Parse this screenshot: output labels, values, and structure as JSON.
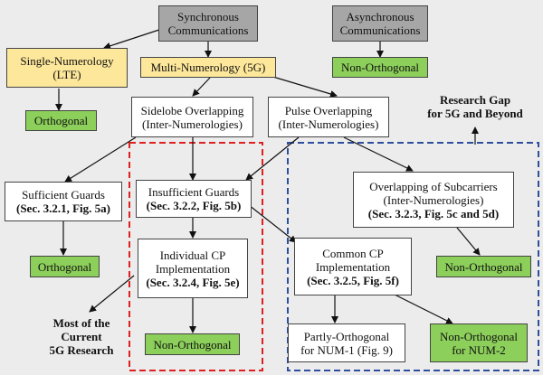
{
  "nodes": {
    "sync": [
      "Synchronous",
      "Communications"
    ],
    "async": [
      "Asynchronous",
      "Communications"
    ],
    "single": [
      "Single-Numerology",
      "(LTE)"
    ],
    "multi": "Multi-Numerology (5G)",
    "async_nonorth": "Non-Orthogonal",
    "orth_lte": "Orthogonal",
    "sidelobe": [
      "Sidelobe Overlapping",
      "(Inter-Numerologies)"
    ],
    "pulse": [
      "Pulse Overlapping",
      "(Inter-Numerologies)"
    ],
    "suff": [
      "Sufficient Guards",
      "(Sec. 3.2.1, Fig. 5a)"
    ],
    "insuff": [
      "Insufficient Guards",
      "(Sec. 3.2.2, Fig. 5b)"
    ],
    "overlap_sub": [
      "Overlapping of Subcarriers",
      "(Inter-Numerologies)",
      "(Sec. 3.2.3, Fig. 5c and 5d)"
    ],
    "orth_suff": "Orthogonal",
    "indiv_cp": [
      "Individual CP",
      "Implementation",
      "(Sec. 3.2.4, Fig. 5e)"
    ],
    "common_cp": [
      "Common CP",
      "Implementation",
      "(Sec. 3.2.5, Fig. 5f)"
    ],
    "nonorth_overlap": "Non-Orthogonal",
    "nonorth_indiv": "Non-Orthogonal",
    "partly": [
      "Partly-Orthogonal",
      "for NUM-1 (Fig. 9)"
    ],
    "nonorth_num2": [
      "Non-Orthogonal",
      "for NUM-2"
    ]
  },
  "annotations": {
    "research_gap": [
      "Research Gap",
      "for 5G and Beyond"
    ],
    "most_current": [
      "Most of the",
      "Current",
      "5G Research"
    ]
  },
  "colors": {
    "gray": "#a6a6a6",
    "yellow": "#fde79a",
    "green": "#8ccf5a",
    "red_dash": "#e02020",
    "blue_dash": "#2e4f9e"
  }
}
